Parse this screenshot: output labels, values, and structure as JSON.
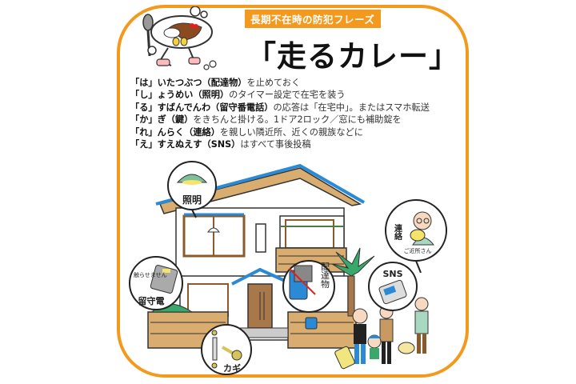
{
  "header": {
    "subtitle": "長期不在時の防犯フレーズ",
    "title": "「走るカレー」"
  },
  "rules": [
    {
      "kana": "「は」",
      "bold": "いたつぶつ（配達物）",
      "rest": "を止めておく"
    },
    {
      "kana": "「し」",
      "bold": "ょうめい（照明）",
      "rest": "のタイマー設定で在宅を装う"
    },
    {
      "kana": "「る」",
      "bold": "すばんでんわ（留守番電話）",
      "rest": "の応答は「在宅中」。またはスマホ転送"
    },
    {
      "kana": "「か」",
      "bold": "ぎ（鍵）",
      "rest": "をきちんと掛ける。1ドア2ロック／窓にも補助錠を"
    },
    {
      "kana": "「れ」",
      "bold": "んらく（連絡）",
      "rest": "を親しい隣近所、近くの親族などに"
    },
    {
      "kana": "「え」",
      "bold": "すえぬえす（SNS）",
      "rest": "はすべて事後投稿"
    }
  ],
  "bubbles": {
    "lighting": "照明",
    "answering_machine": "留守電",
    "answering_note": "触らせません",
    "delivery": "配達物",
    "key": "カギ",
    "sns": "SNS",
    "contact": "連絡",
    "neighbor": "ご近所さん"
  },
  "colors": {
    "accent": "#f39a1e",
    "roof": "#2a8ad6",
    "wood": "#d9ac6f",
    "door": "#a9784a",
    "tree": "#3aa86b"
  }
}
